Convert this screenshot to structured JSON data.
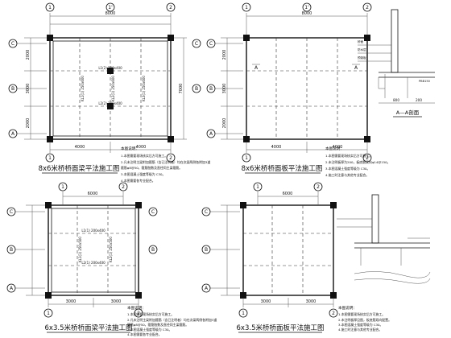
{
  "drawings": {
    "d1": {
      "title": "8x6米桥桥面梁平法施工图",
      "axes_h": [
        "A",
        "B",
        "C"
      ],
      "axes_v": [
        "1",
        "2"
      ],
      "dims_top": [
        "8000"
      ],
      "dims_left": [
        "2000",
        "3000",
        "2000"
      ],
      "dims_bottom": [
        "4000",
        "4000"
      ]
    },
    "d2": {
      "title": "8x6米桥桥面板平法施工图",
      "axes_h": [
        "A",
        "B",
        "C"
      ],
      "axes_v": [
        "1",
        "2"
      ],
      "dims_top": [
        "8000"
      ],
      "dims_left": [
        "2000",
        "3000",
        "2000"
      ],
      "dims_bottom": [
        "4000",
        "4000"
      ]
    },
    "d3": {
      "title": "6x3.5米桥桥面梁平法施工图",
      "axes_h": [
        "A",
        "B",
        "C"
      ],
      "axes_v": [
        "1",
        "2"
      ],
      "dims_top": [
        "6000"
      ],
      "dims_bottom": [
        "3000",
        "3000"
      ]
    },
    "d4": {
      "title": "6x3.5米桥桥面板平法施工图",
      "axes_h": [
        "A",
        "B",
        "C"
      ],
      "axes_v": [
        "1",
        "2"
      ],
      "dims_top": [
        "6000"
      ],
      "dims_bottom": [
        "3000",
        "3000"
      ]
    }
  },
  "section": {
    "label": "A—A剖面",
    "dims": [
      "800",
      "200"
    ]
  },
  "notes": {
    "heading": "本图说明：",
    "n1": [
      "1.本图需要现场核实后方可施工。",
      "2.凡未注明主梁附加箍筋（含已注明者）均在次梁两侧各附加3道",
      "  箍筋φ8@50，箍筋肢数及直径同主梁箍筋。",
      "3.本图混凝土强度等级为 C30。",
      "4.本图需要各专业配合。"
    ],
    "n2": [
      "1.本图需要现场核实后方可施工。",
      "2.未注明板厚为200，板底筋双向φ14@150。",
      "3.本图混凝土强度等级为 C30。",
      "4.施工时注意与其他专业配合。"
    ],
    "n3": [
      "1.本图需要现场核实后方可施工。",
      "2.凡未注明主梁附加箍筋（含已注明者）均在次梁两侧各附加3道",
      "  箍筋φ8@50，箍筋肢数及直径同主梁箍筋。",
      "3.本图混凝土强度等级为 C30。",
      "4.本图需要各专业配合。"
    ],
    "n4": [
      "1.本图需要现场核实后方可施工。",
      "2.未注明板厚见图，板底筋双向配置。",
      "3.本图混凝土强度等级为 C30。",
      "4.施工时注意与其他专业配合。"
    ]
  }
}
